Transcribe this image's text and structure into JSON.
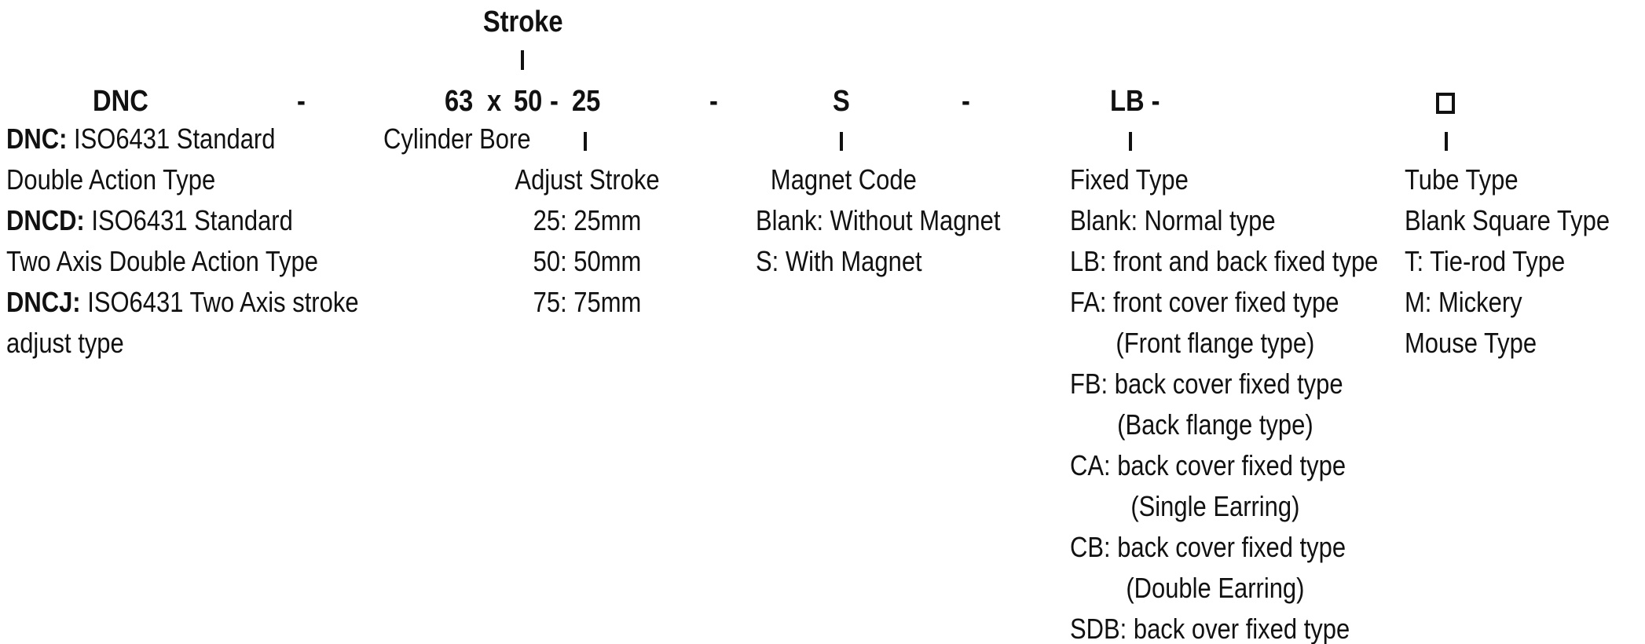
{
  "page": {
    "background": "#ffffff",
    "text_color": "#111111"
  },
  "order_code": {
    "stroke_label": "Stroke",
    "model": "DNC",
    "sep1": "-",
    "bore": "63",
    "multiply": "x",
    "stroke": "50",
    "sep2": "-",
    "adjust": "25",
    "sep3": "-",
    "magnet": "S",
    "sep4": "-",
    "fixed": "LB -",
    "tube_symbol": "square-outline"
  },
  "model_column": {
    "lines": [
      {
        "b": "DNC:",
        "t": " ISO6431 Standard"
      },
      {
        "b": "",
        "t": "Double Action Type"
      },
      {
        "b": "DNCD:",
        "t": " ISO6431 Standard"
      },
      {
        "b": "",
        "t": "Two Axis Double Action Type"
      },
      {
        "b": "DNCJ:",
        "t": " ISO6431 Two Axis stroke"
      },
      {
        "b": "",
        "t": "adjust type"
      }
    ]
  },
  "bore_column": {
    "label": "Cylinder Bore"
  },
  "adjust_column": {
    "header": "Adjust Stroke",
    "items": [
      "25: 25mm",
      "50: 50mm",
      "75: 75mm"
    ]
  },
  "magnet_column": {
    "header": "Magnet Code",
    "items": [
      "Blank: Without Magnet",
      "S: With Magnet"
    ]
  },
  "fixed_column": {
    "header": "Fixed Type",
    "items": [
      "Blank: Normal type",
      "LB: front and back fixed type",
      "FA: front cover fixed type",
      "(Front flange type)",
      "FB: back cover fixed type",
      "(Back flange type)",
      "CA: back cover fixed type",
      "(Single Earring)",
      "CB: back cover fixed type",
      "(Double Earring)",
      "SDB: back over fixed type"
    ]
  },
  "tube_column": {
    "header": "Tube Type",
    "items": [
      "Blank Square Type",
      "T: Tie-rod Type",
      "M: Mickery",
      "Mouse Type"
    ]
  }
}
